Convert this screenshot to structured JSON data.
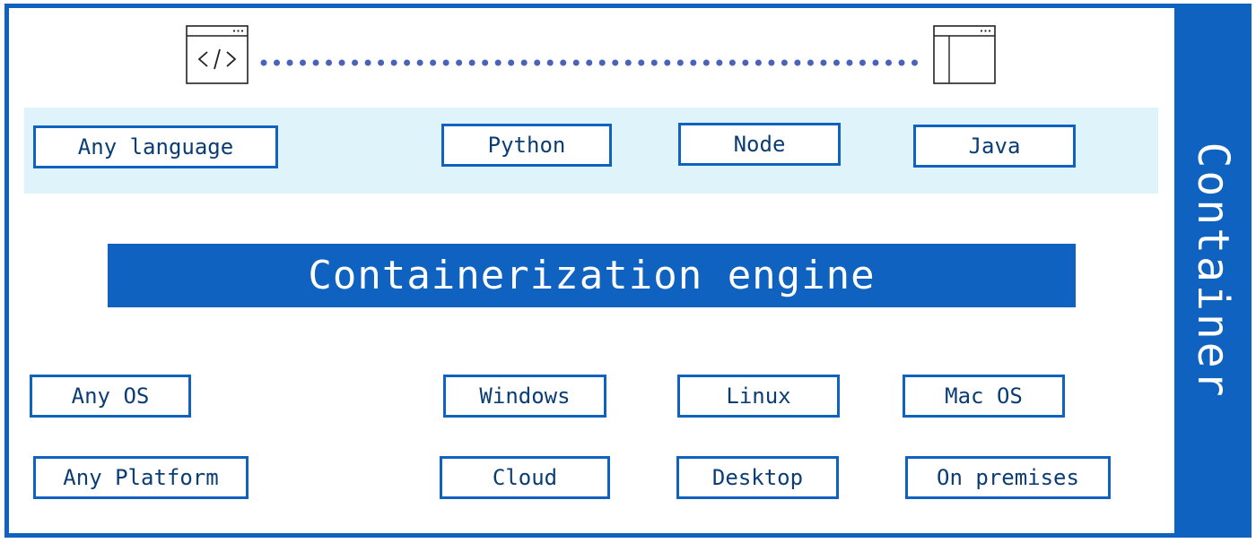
{
  "diagram": {
    "side_label": "Container",
    "engine_label": "Containerization engine",
    "languages": {
      "any": "Any language",
      "items": [
        "Python",
        "Node",
        "Java"
      ]
    },
    "operating_systems": {
      "any": "Any OS",
      "items": [
        "Windows",
        "Linux",
        "Mac OS"
      ]
    },
    "platforms": {
      "any": "Any Platform",
      "items": [
        "Cloud",
        "Desktop",
        "On premises"
      ]
    },
    "icons": {
      "left": "code-window-icon",
      "right": "app-window-icon"
    },
    "colors": {
      "primary_blue": "#0f62c0",
      "light_band": "#dff3fb",
      "text_blue": "#0b3d75",
      "dots": "#4a63b8"
    }
  }
}
